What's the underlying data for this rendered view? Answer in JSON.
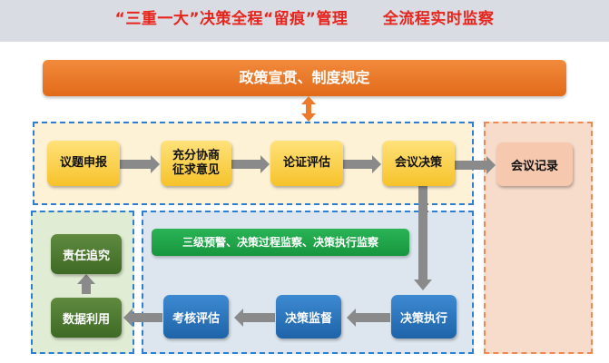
{
  "header": {
    "title": "“三重一大”决策全程“留痕”管理      全流程实时监察"
  },
  "banner": {
    "label": "政策宣贯、制度规定"
  },
  "flow_top": [
    {
      "id": "topic-declare",
      "label": "议题申报"
    },
    {
      "id": "consult",
      "label": "充分协商\n征求意见"
    },
    {
      "id": "assess",
      "label": "论证评估"
    },
    {
      "id": "meeting-decision",
      "label": "会议决策"
    }
  ],
  "meeting_record": {
    "label": "会议记录"
  },
  "supervision": {
    "label": "三级预警、决策过程监察、决策执行监察"
  },
  "flow_bottom": [
    {
      "id": "execute",
      "label": "决策执行"
    },
    {
      "id": "supervise",
      "label": "决策监督"
    },
    {
      "id": "evaluate",
      "label": "考核评估"
    }
  ],
  "flow_left": [
    {
      "id": "data-use",
      "label": "数据利用"
    },
    {
      "id": "accountability",
      "label": "责任追究"
    }
  ],
  "colors": {
    "title_red": "#e8241c",
    "banner_orange": "#ec7a2a",
    "step_yellow": "#f6c22a",
    "step_blue": "#2a72bb",
    "step_green": "#4a7a30",
    "monitor_green": "#1fa24a",
    "record_salmon": "#f6c8ad",
    "dashed_blue": "#2f7fd1"
  }
}
